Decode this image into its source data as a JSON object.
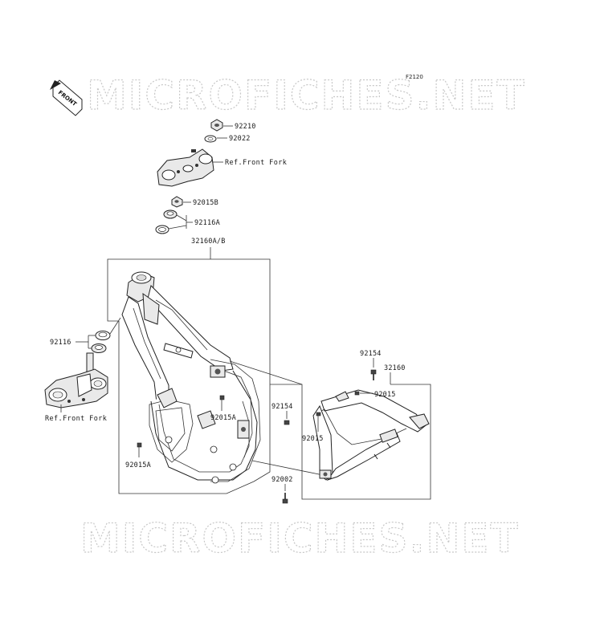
{
  "figure_code": "F2120",
  "front_badge": "FRONT",
  "watermark": "MICROFICHES.NET",
  "labels": {
    "p92210": "92210",
    "p92022": "92022",
    "ref_front_fork_top": "Ref.Front Fork",
    "p92015B": "92015B",
    "p92116A": "92116A",
    "p32160AB": "32160A/B",
    "p92116": "92116",
    "ref_front_fork_bottom": "Ref.Front Fork",
    "p92015A_right": "92015A",
    "p92015A_left": "92015A",
    "p92154_top": "92154",
    "p32160": "32160",
    "p92015_top": "92015",
    "p92154_mid": "92154",
    "p92015_mid": "92015",
    "p92002": "92002"
  }
}
